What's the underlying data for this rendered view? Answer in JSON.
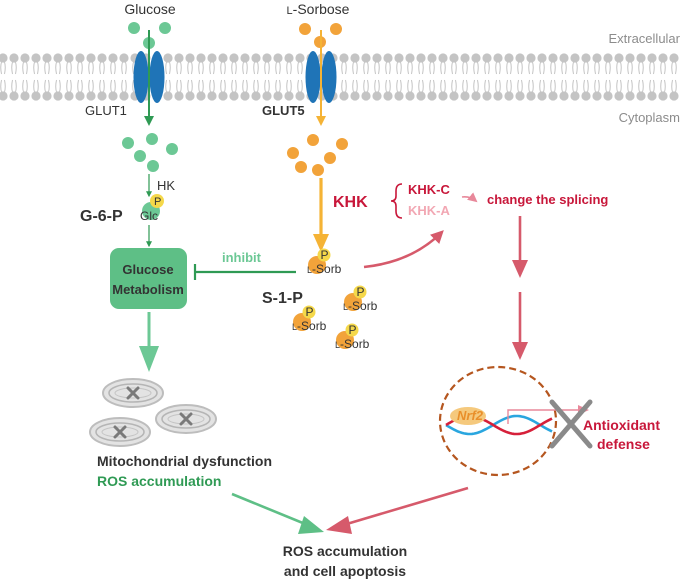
{
  "colors": {
    "green": "#2f9a54",
    "green_light": "#6cc895",
    "green_box": "#5ebf86",
    "orange": "#f2a33a",
    "orange_arrow": "#f5b335",
    "red": "#c8173a",
    "pink_arrow": "#d65a6b",
    "pink_light": "#f2a7b3",
    "membrane": "#c4c4c4",
    "transporter": "#1f74b7",
    "grey_text": "#8c8c8c",
    "dark_text": "#333333",
    "dna_red": "#d6203a",
    "dna_blue": "#2aa6df",
    "nucleus_border": "#b5561f"
  },
  "membrane": {
    "extracellular_label": "Extracellular",
    "cytoplasm_label": "Cytoplasm"
  },
  "glucose_path": {
    "substrate_label": "Glucose",
    "transporter_label": "GLUT1",
    "enzyme_label": "HK",
    "product_label": "G-6-P",
    "phosphate_label": "P",
    "molecule_label": "Glc",
    "box_line1": "Glucose",
    "box_line2": "Metabolism",
    "inhibit_label": "inhibit"
  },
  "sorbose_path": {
    "substrate_label": "L-Sorbose",
    "substrate_prefix": "L",
    "substrate_rest": "-Sorbose",
    "transporter_label": "GLUT5",
    "enzyme_label": "KHK",
    "isoform_c": "KHK-C",
    "isoform_a": "KHK-A",
    "splicing_label": "change the splicing",
    "product_label": "S-1-P",
    "phosphate_label": "P",
    "molecule_prefix": "L",
    "molecule_rest": "-Sorb"
  },
  "mitochondria": {
    "line1": "Mitochondrial dysfunction",
    "line2": "ROS accumulation"
  },
  "nucleus": {
    "gene_label": "Nrf2",
    "effect_line1": "Antioxidant",
    "effect_line2": "defense"
  },
  "outcome": {
    "line1": "ROS accumulation",
    "line2": "and cell apoptosis"
  }
}
